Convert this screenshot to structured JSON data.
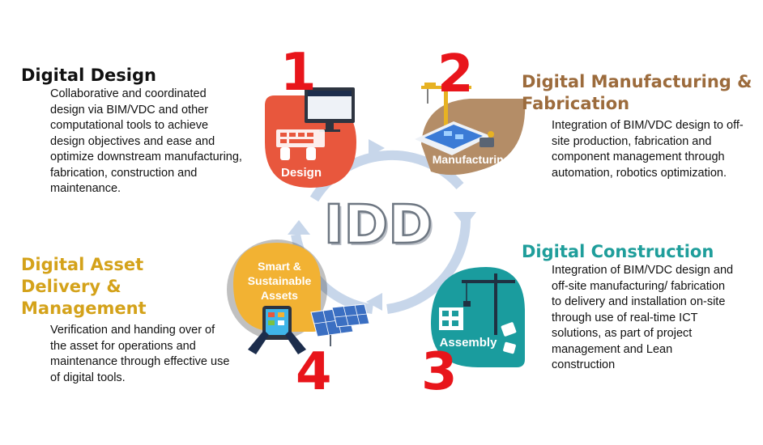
{
  "center_label": "IDD",
  "stages": [
    {
      "number": "1",
      "icon_label": "Design",
      "title": "Digital Design",
      "description": "Collaborative and coordinated design via BIM/VDC and other computational tools to achieve design objectives and ease and optimize downstream manufacturing, fabrication, construction and maintenance.",
      "color": "#111111",
      "badge_color": "#e8573d"
    },
    {
      "number": "2",
      "icon_label": "Manufacturing",
      "title": "Digital Manufacturing & Fabrication",
      "description": "Integration of BIM/VDC design to off-site production, fabrication and component management through automation, robotics optimization.",
      "color": "#9c6b3c",
      "badge_color": "#b48d67"
    },
    {
      "number": "3",
      "icon_label": "Assembly",
      "title": "Digital Construction",
      "description": "Integration of BIM/VDC design and off-site manufacturing/ fabrication to delivery and installation on-site through use of real-time ICT solutions, as part of project management and Lean construction",
      "color": "#1f9e9b",
      "badge_color": "#1a9c9e"
    },
    {
      "number": "4",
      "icon_label": "Smart & Sustainable Assets",
      "icon_label_lines": [
        "Smart &",
        "Sustainable",
        "Assets"
      ],
      "title": "Digital Asset Delivery & Management",
      "description": "Verification and handing over of the asset for operations and maintenance through effective use of digital tools.",
      "color": "#d4a21a",
      "badge_color": "#f2b233"
    }
  ],
  "cycle_color": "#c7d6ea"
}
